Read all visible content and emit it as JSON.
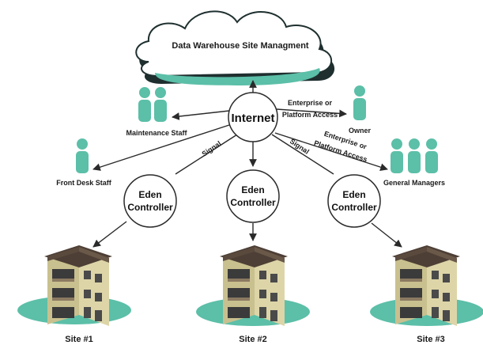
{
  "cloud": {
    "label": "Data Warehouse Site Managment"
  },
  "hub": {
    "label": "Internet"
  },
  "people": {
    "maintenance": "Maintenance Staff",
    "front_desk": "Front Desk Staff",
    "owner": "Owner",
    "managers": "General Managers"
  },
  "edges": {
    "signal_left": "Signal",
    "signal_right": "Signal",
    "access_owner_1": "Enterprise or",
    "access_owner_2": "Platform Access",
    "access_managers_1": "Enterprise or",
    "access_managers_2": "Platform Access"
  },
  "controllers": [
    {
      "line1": "Eden",
      "line2": "Controller"
    },
    {
      "line1": "Eden",
      "line2": "Controller"
    },
    {
      "line1": "Eden",
      "line2": "Controller"
    }
  ],
  "sites": [
    "Site #1",
    "Site #2",
    "Site #3"
  ],
  "colors": {
    "accent": "#5cbfa8",
    "cloud_shadow": "#1f2f2f",
    "line": "#2a2a2a",
    "building_wall": "#d8d0a4",
    "building_roof": "#5a4a3e"
  }
}
